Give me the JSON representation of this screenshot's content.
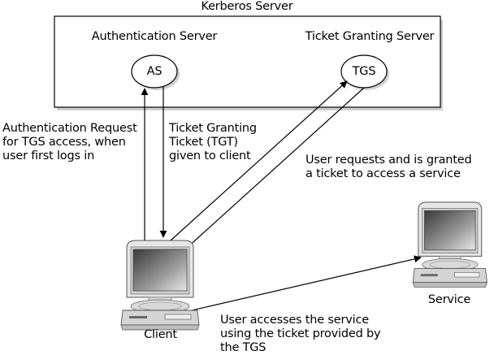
{
  "kerberos_server": {
    "title": "Kerberos Server",
    "authentication_server": {
      "label": "Authentication Server",
      "abbr": "AS"
    },
    "ticket_granting_server": {
      "label": "Ticket Granting Server",
      "abbr": "TGS"
    }
  },
  "nodes": {
    "client": {
      "label": "Client"
    },
    "service": {
      "label": "Service"
    }
  },
  "annotations": {
    "auth_request": [
      "Authentication Request",
      "for TGS access, when",
      "user first logs in"
    ],
    "tgt_given": [
      "Ticket Granting",
      "Ticket (TGT)",
      "given to client"
    ],
    "service_ticket": [
      "User requests and is granted",
      "a ticket to access a service"
    ],
    "service_access": [
      "User accesses the service",
      "using the ticket provided by",
      "the TGS"
    ]
  }
}
